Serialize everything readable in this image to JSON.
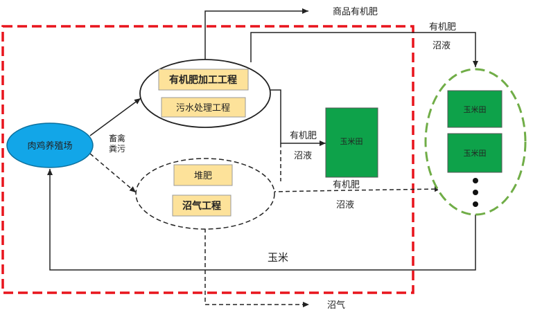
{
  "labels": {
    "farm": "肉鸡养殖场",
    "organic_processing": "有机肥加工工程",
    "sewage_treatment": "污水处理工程",
    "compost": "堆肥",
    "biogas_project": "沼气工程",
    "corn_field_center": "玉米田",
    "corn_field_right_1": "玉米田",
    "corn_field_right_2": "玉米田",
    "manure_line1": "畜禽",
    "manure_line2": "粪污",
    "commercial_fertilizer": "商品有机肥",
    "organic_fertilizer_top": "有机肥",
    "biogas_slurry_top": "沼液",
    "organic_fertilizer_mid": "有机肥",
    "biogas_slurry_mid": "沼液",
    "organic_fertilizer_low": "有机肥",
    "biogas_slurry_low": "沼液",
    "corn": "玉米",
    "biogas": "沼气"
  },
  "colors": {
    "boundary_dash": "#e8141c",
    "farm_fill": "#12a6e8",
    "process_box": "#fde29a",
    "field_fill": "#0ea24a",
    "field_group_border": "#70ad47"
  }
}
